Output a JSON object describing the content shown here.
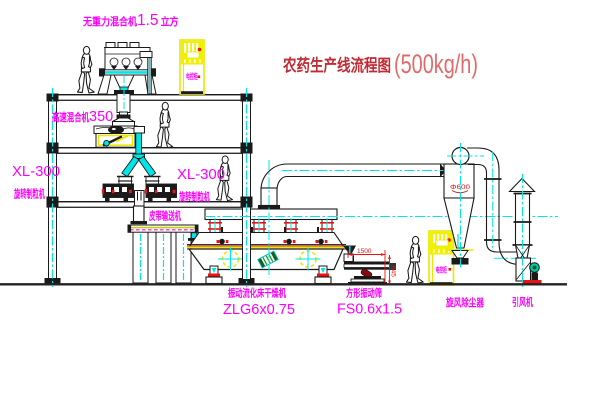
{
  "title": {
    "name_zh": "农药生产线流程图",
    "capacity": "(500kg/h)"
  },
  "labels": {
    "gravity_mixer": {
      "name": "无重力混合机",
      "value": "1.5",
      "unit": "立方"
    },
    "high_speed_mixer": {
      "name": "高速混合机",
      "value": "350"
    },
    "granulator_left": {
      "model": "XL-300",
      "name": "旋转制粒机"
    },
    "granulator_right": {
      "model": "XL-300",
      "name": "旋转制粒机"
    },
    "belt_conveyor": {
      "name": "皮带输送机"
    },
    "fluid_bed_dryer": {
      "name": "振动流化床干燥机",
      "model": "ZLG6x0.75"
    },
    "vibrating_screen": {
      "name": "方形振动筛",
      "model": "FS0.6x1.5"
    },
    "cyclone": {
      "name": "旋风除尘器",
      "diameter": "Φ600"
    },
    "draft_fan": {
      "name": "引风机"
    },
    "control_cabinet_roof": {
      "name": "电控柜"
    },
    "control_cabinet_ground": {
      "name": "电控柜"
    },
    "dimensions": {
      "screen_length": "1500",
      "screen_height": "545"
    }
  },
  "colors": {
    "line": "#1a1a1a",
    "magenta": "#ff00ff",
    "cyan": "#00e6e6",
    "yellow": "#f0f000",
    "red": "#ee1111",
    "title_red": "#c22b33",
    "title_red_light": "#e06a6a"
  }
}
